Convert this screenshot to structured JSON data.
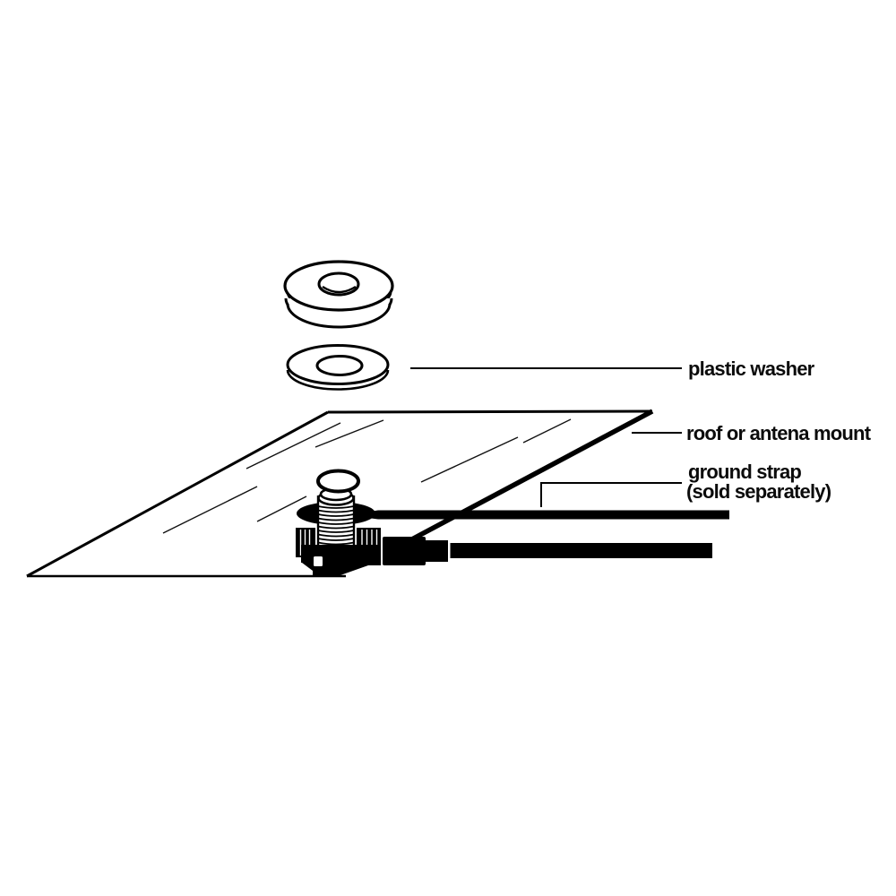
{
  "diagram": {
    "type": "technical-illustration",
    "subject": "antenna mount installation exploded view",
    "background_color": "#ffffff",
    "line_color": "#000000",
    "labels": {
      "plastic_washer": "plastic washer",
      "roof_mount": "roof or antena mount",
      "ground_strap": "ground strap",
      "ground_strap_note": "(sold separately)"
    },
    "parts": [
      {
        "name": "grommet-stack-icon"
      },
      {
        "name": "plastic-washer-icon"
      },
      {
        "name": "roof-panel-icon"
      },
      {
        "name": "o-ring-icon"
      },
      {
        "name": "threaded-stud-icon"
      },
      {
        "name": "mount-nut-icon"
      },
      {
        "name": "ground-strap-icon"
      },
      {
        "name": "coax-cable-icon"
      }
    ]
  }
}
